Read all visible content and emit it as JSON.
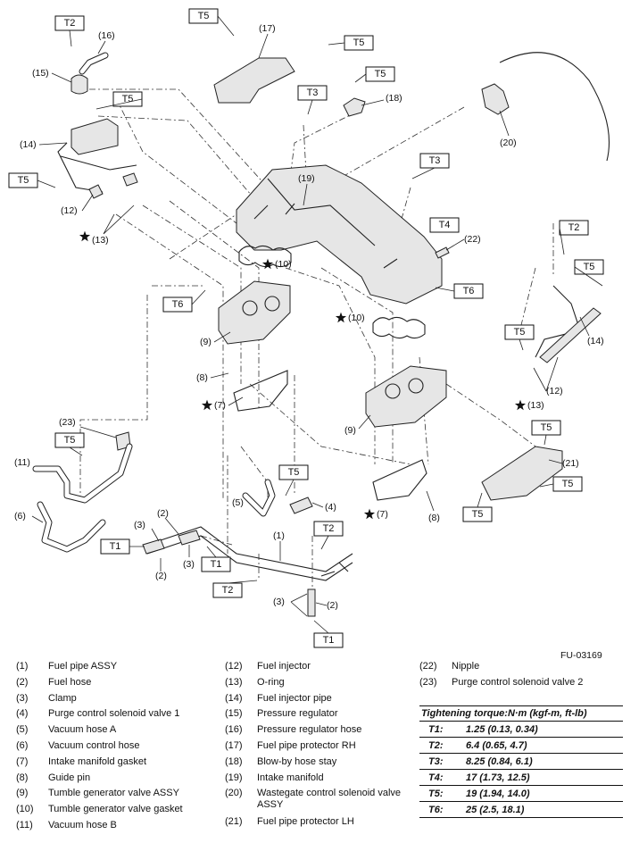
{
  "figure_code": "FU-03169",
  "callouts": {
    "T1": "T1",
    "T2": "T2",
    "T3": "T3",
    "T4": "T4",
    "T5": "T5",
    "T6": "T6"
  },
  "labels": {
    "n1": "(1)",
    "n2": "(2)",
    "n3": "(3)",
    "n4": "(4)",
    "n5": "(5)",
    "n6": "(6)",
    "n7": "(7)",
    "n8": "(8)",
    "n9": "(9)",
    "n10": "(10)",
    "n11": "(11)",
    "n12": "(12)",
    "n13": "(13)",
    "n14": "(14)",
    "n15": "(15)",
    "n16": "(16)",
    "n17": "(17)",
    "n18": "(18)",
    "n19": "(19)",
    "n20": "(20)",
    "n21": "(21)",
    "n22": "(22)",
    "n23": "(23)"
  },
  "legend": [
    {
      "num": "(1)",
      "name": "Fuel pipe ASSY"
    },
    {
      "num": "(2)",
      "name": "Fuel hose"
    },
    {
      "num": "(3)",
      "name": "Clamp"
    },
    {
      "num": "(4)",
      "name": "Purge control solenoid valve 1"
    },
    {
      "num": "(5)",
      "name": "Vacuum hose A"
    },
    {
      "num": "(6)",
      "name": "Vacuum control hose"
    },
    {
      "num": "(7)",
      "name": "Intake manifold gasket"
    },
    {
      "num": "(8)",
      "name": "Guide pin"
    },
    {
      "num": "(9)",
      "name": "Tumble generator valve ASSY"
    },
    {
      "num": "(10)",
      "name": "Tumble generator valve gasket"
    },
    {
      "num": "(11)",
      "name": "Vacuum hose B"
    },
    {
      "num": "(12)",
      "name": "Fuel injector"
    },
    {
      "num": "(13)",
      "name": "O-ring"
    },
    {
      "num": "(14)",
      "name": "Fuel injector pipe"
    },
    {
      "num": "(15)",
      "name": "Pressure regulator"
    },
    {
      "num": "(16)",
      "name": "Pressure regulator hose"
    },
    {
      "num": "(17)",
      "name": "Fuel pipe protector RH"
    },
    {
      "num": "(18)",
      "name": "Blow-by hose stay"
    },
    {
      "num": "(19)",
      "name": "Intake manifold"
    },
    {
      "num": "(20)",
      "name": "Wastegate control solenoid valve ASSY"
    },
    {
      "num": "(21)",
      "name": "Fuel pipe protector LH"
    },
    {
      "num": "(22)",
      "name": "Nipple"
    },
    {
      "num": "(23)",
      "name": "Purge control solenoid valve 2"
    }
  ],
  "torque": {
    "title": "Tightening torque:N·m (kgf-m, ft-lb)",
    "rows": [
      {
        "key": "T1:",
        "value": "1.25 (0.13, 0.34)"
      },
      {
        "key": "T2:",
        "value": "6.4 (0.65, 4.7)"
      },
      {
        "key": "T3:",
        "value": "8.25 (0.84, 6.1)"
      },
      {
        "key": "T4:",
        "value": "17 (1.73, 12.5)"
      },
      {
        "key": "T5:",
        "value": "19 (1.94, 14.0)"
      },
      {
        "key": "T6:",
        "value": "25 (2.5, 18.1)"
      }
    ]
  }
}
